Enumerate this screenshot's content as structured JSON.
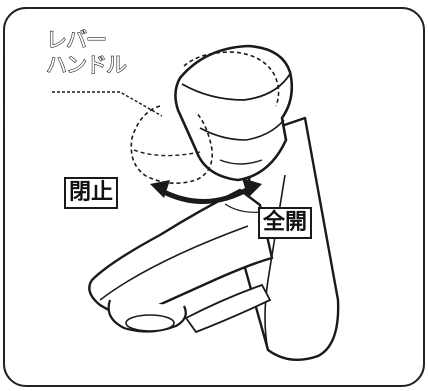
{
  "callout": {
    "line1": "レバー",
    "line2": "ハンドル"
  },
  "labels": {
    "close": "閉止",
    "open": "全開"
  },
  "colors": {
    "line": "#1a1a1a",
    "frame": "#222222",
    "background": "#ffffff"
  }
}
